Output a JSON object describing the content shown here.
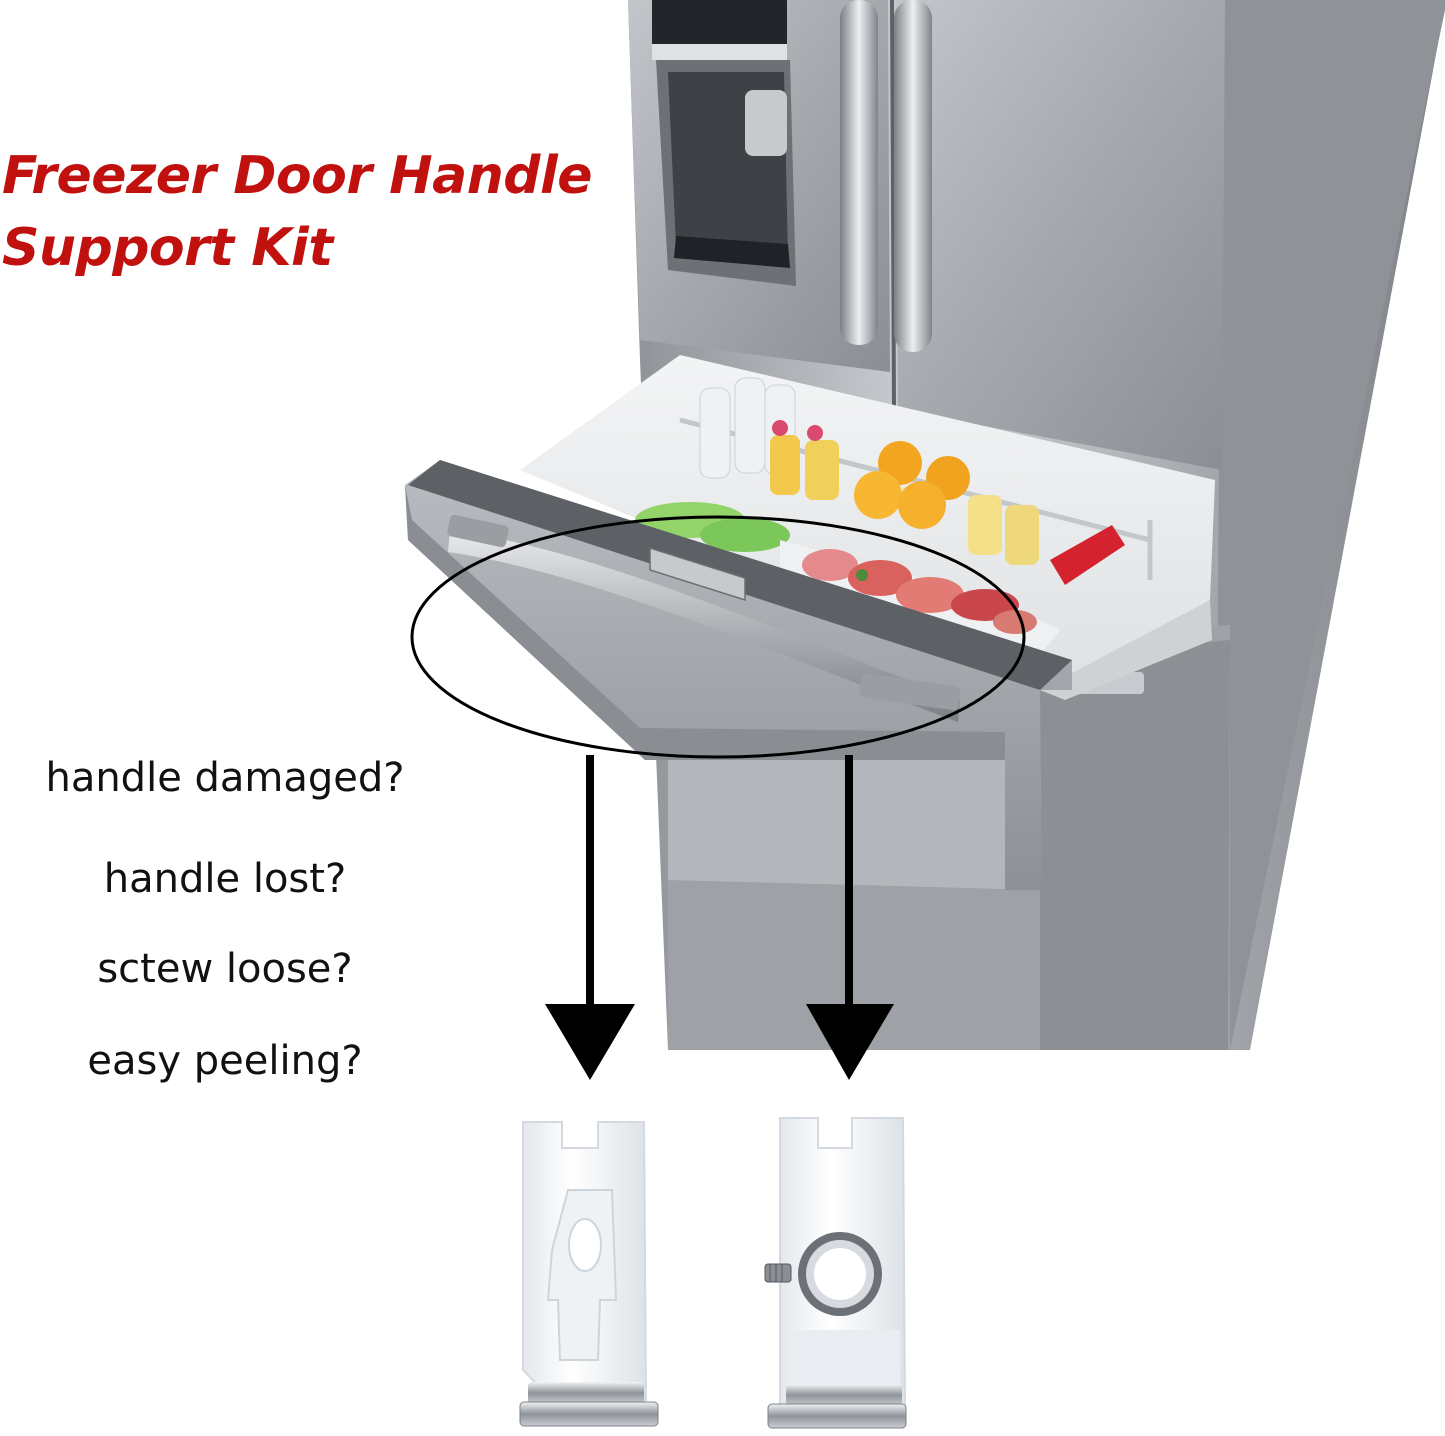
{
  "title": {
    "line1": "Freezer Door Handle",
    "line2": "Support Kit"
  },
  "questions": [
    "handle damaged?",
    "handle lost?",
    "sctew loose?",
    "easy peeling?"
  ],
  "colors": {
    "title": "#c0110f",
    "text": "#111111",
    "steel": "#a9adb2",
    "steel_dark": "#6f7378",
    "bracket": "#f4f6f8",
    "arrow": "#000000"
  },
  "icons": {
    "arrow_left": "down-arrow-icon",
    "arrow_right": "down-arrow-icon"
  }
}
